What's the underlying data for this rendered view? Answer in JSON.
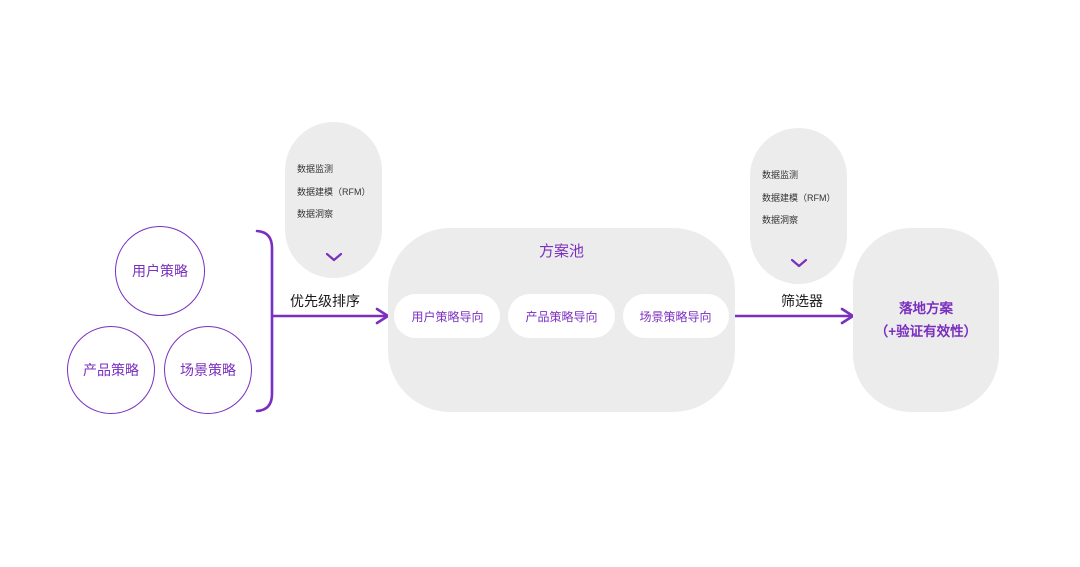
{
  "colors": {
    "purple": "#7B2FBF",
    "panel_gray": "#ECECEC",
    "text_dark": "#333333"
  },
  "diagram": {
    "circles": [
      {
        "label": "用户策略"
      },
      {
        "label": "产品策略"
      },
      {
        "label": "场景策略"
      }
    ],
    "stage1": {
      "label": "优先级排序",
      "capsule_items": [
        "数据监测",
        "数据建模（RFM）",
        "数据洞察"
      ]
    },
    "pool": {
      "title": "方案池",
      "pills": [
        {
          "label": "用户策略导向"
        },
        {
          "label": "产品策略导向"
        },
        {
          "label": "场景策略导向"
        }
      ]
    },
    "stage2": {
      "label": "筛选器",
      "capsule_items": [
        "数据监测",
        "数据建模（RFM）",
        "数据洞察"
      ]
    },
    "result": {
      "line1": "落地方案",
      "line2": "（+验证有效性）"
    }
  }
}
